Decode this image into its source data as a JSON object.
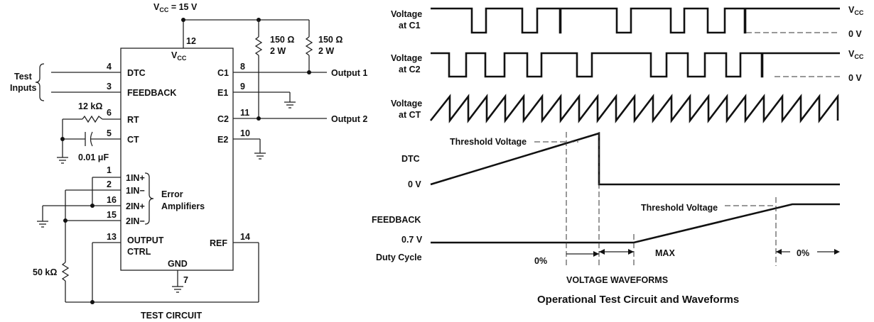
{
  "circuit": {
    "vcc_label": "V",
    "vcc_sub": "CC",
    "vcc_value": " = 15 V",
    "ic_vcc": "V",
    "ic_vcc_sub": "CC",
    "ic_gnd": "GND",
    "pins_left": [
      {
        "num": "4",
        "label": "DTC"
      },
      {
        "num": "3",
        "label": "FEEDBACK"
      },
      {
        "num": "6",
        "label": "RT"
      },
      {
        "num": "5",
        "label": "CT"
      },
      {
        "num": "1",
        "label": "1IN+"
      },
      {
        "num": "2",
        "label": "1IN−"
      },
      {
        "num": "16",
        "label": "2IN+"
      },
      {
        "num": "15",
        "label": "2IN−"
      },
      {
        "num": "13",
        "label": "OUTPUT"
      },
      {
        "num": "",
        "label": "CTRL"
      }
    ],
    "pins_right": [
      {
        "num": "8",
        "label": "C1"
      },
      {
        "num": "9",
        "label": "E1"
      },
      {
        "num": "11",
        "label": "C2"
      },
      {
        "num": "10",
        "label": "E2"
      },
      {
        "num": "14",
        "label": "REF"
      }
    ],
    "pin_vcc": "12",
    "pin_gnd": "7",
    "test_inputs_1": "Test",
    "test_inputs_2": "Inputs",
    "rt_value": "12 kΩ",
    "ct_value": "0.01 μF",
    "r1_value": "150 Ω",
    "r1_power": "2 W",
    "r2_value": "150 Ω",
    "r2_power": "2 W",
    "output1": "Output 1",
    "output2": "Output 2",
    "error_amp_1": "Error",
    "error_amp_2": "Amplifiers",
    "r50_value": "50 kΩ",
    "caption": "TEST CIRCUIT"
  },
  "waveforms": {
    "c1_label_1": "Voltage",
    "c1_label_2": "at C1",
    "c2_label_1": "Voltage",
    "c2_label_2": "at C2",
    "ct_label_1": "Voltage",
    "ct_label_2": "at CT",
    "vcc_right": "V",
    "vcc_right_sub": "CC",
    "zero_v": "0 V",
    "dtc_label": "DTC",
    "dtc_zero": "0 V",
    "threshold_dtc": "Threshold Voltage",
    "feedback_label": "FEEDBACK",
    "feedback_level": "0.7 V",
    "threshold_fb": "Threshold Voltage",
    "duty_cycle": "Duty Cycle",
    "pct_left": "0%",
    "max": "MAX",
    "pct_right": "0%",
    "caption": "VOLTAGE WAVEFORMS"
  },
  "title": "Operational Test Circuit and Waveforms"
}
